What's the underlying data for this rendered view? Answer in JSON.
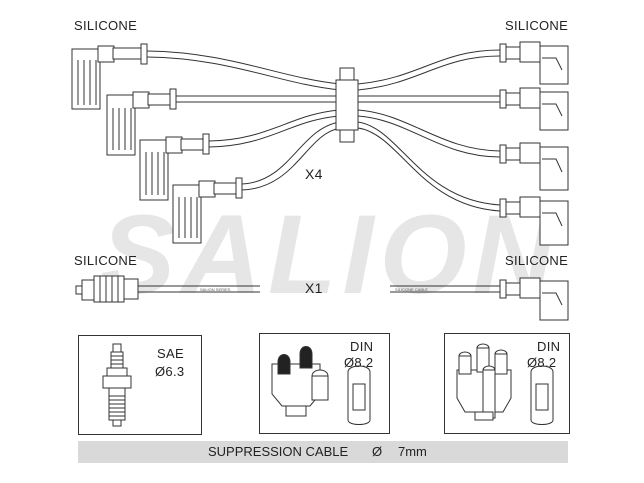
{
  "labels": {
    "silicone_top_left": "SILICONE",
    "silicone_top_right": "SILICONE",
    "silicone_mid_left": "SILICONE",
    "silicone_mid_right": "SILICONE",
    "qty_set": "X4",
    "qty_single": "X1"
  },
  "watermark": {
    "text": "SALION",
    "color": "#e6e6e6"
  },
  "cable_prints": {
    "left": "SALION SERIES",
    "right": "SILICONE CABLE"
  },
  "connectors": [
    {
      "standard": "SAE",
      "size": "Ø6.3"
    },
    {
      "standard": "DIN",
      "size": "Ø8.2"
    },
    {
      "standard": "DIN",
      "size": "Ø8.2"
    }
  ],
  "footer": {
    "text": "SUPPRESSION CABLE",
    "symbol": "Ø",
    "size": "7mm"
  }
}
